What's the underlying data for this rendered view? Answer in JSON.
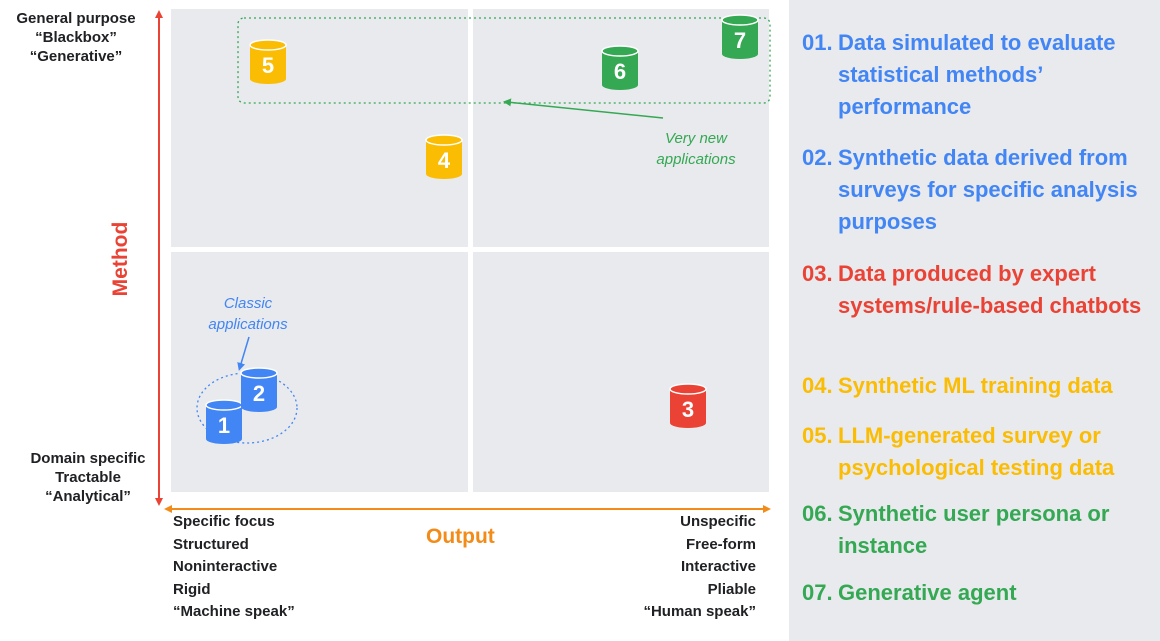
{
  "axes": {
    "y_title": "Method",
    "x_title": "Output",
    "y_top": [
      "General purpose",
      "“Blackbox”",
      "“Generative”"
    ],
    "y_bottom": [
      "Domain specific",
      "Tractable",
      "“Analytical”"
    ],
    "x_left": [
      "Specific focus",
      "Structured",
      "Noninteractive",
      "Rigid",
      "“Machine speak”"
    ],
    "x_right": [
      "Unspecific",
      "Free-form",
      "Interactive",
      "Pliable",
      "“Human speak”"
    ]
  },
  "notes": {
    "very_new": [
      "Very new",
      "applications"
    ],
    "classic": [
      "Classic",
      "applications"
    ]
  },
  "markers": [
    {
      "label": "1",
      "color": "#4285f4"
    },
    {
      "label": "2",
      "color": "#4285f4"
    },
    {
      "label": "3",
      "color": "#ea4335"
    },
    {
      "label": "4",
      "color": "#fbbc04"
    },
    {
      "label": "5",
      "color": "#fbbc04"
    },
    {
      "label": "6",
      "color": "#34a853"
    },
    {
      "label": "7",
      "color": "#34a853"
    }
  ],
  "legend": [
    {
      "num": "01.",
      "text": "Data simulated to evaluate statistical methods’ performance",
      "color": "#4285f4"
    },
    {
      "num": "02.",
      "text": "Synthetic data derived from surveys for specific analysis purposes",
      "color": "#4285f4"
    },
    {
      "num": "03.",
      "text": "Data produced by expert systems/rule-based chatbots",
      "color": "#ea4335"
    },
    {
      "num": "04.",
      "text": "Synthetic ML training data",
      "color": "#fbbc04"
    },
    {
      "num": "05.",
      "text": "LLM-generated survey or psychological testing data",
      "color": "#fbbc04"
    },
    {
      "num": "06.",
      "text": "Synthetic user persona or instance",
      "color": "#34a853"
    },
    {
      "num": "07.",
      "text": "Generative agent",
      "color": "#34a853"
    }
  ],
  "colors": {
    "method_axis": "#ea4335",
    "output_axis": "#f28b18",
    "panel": "#e8eaed",
    "new_note": "#34a853",
    "classic_note": "#4285f4"
  }
}
